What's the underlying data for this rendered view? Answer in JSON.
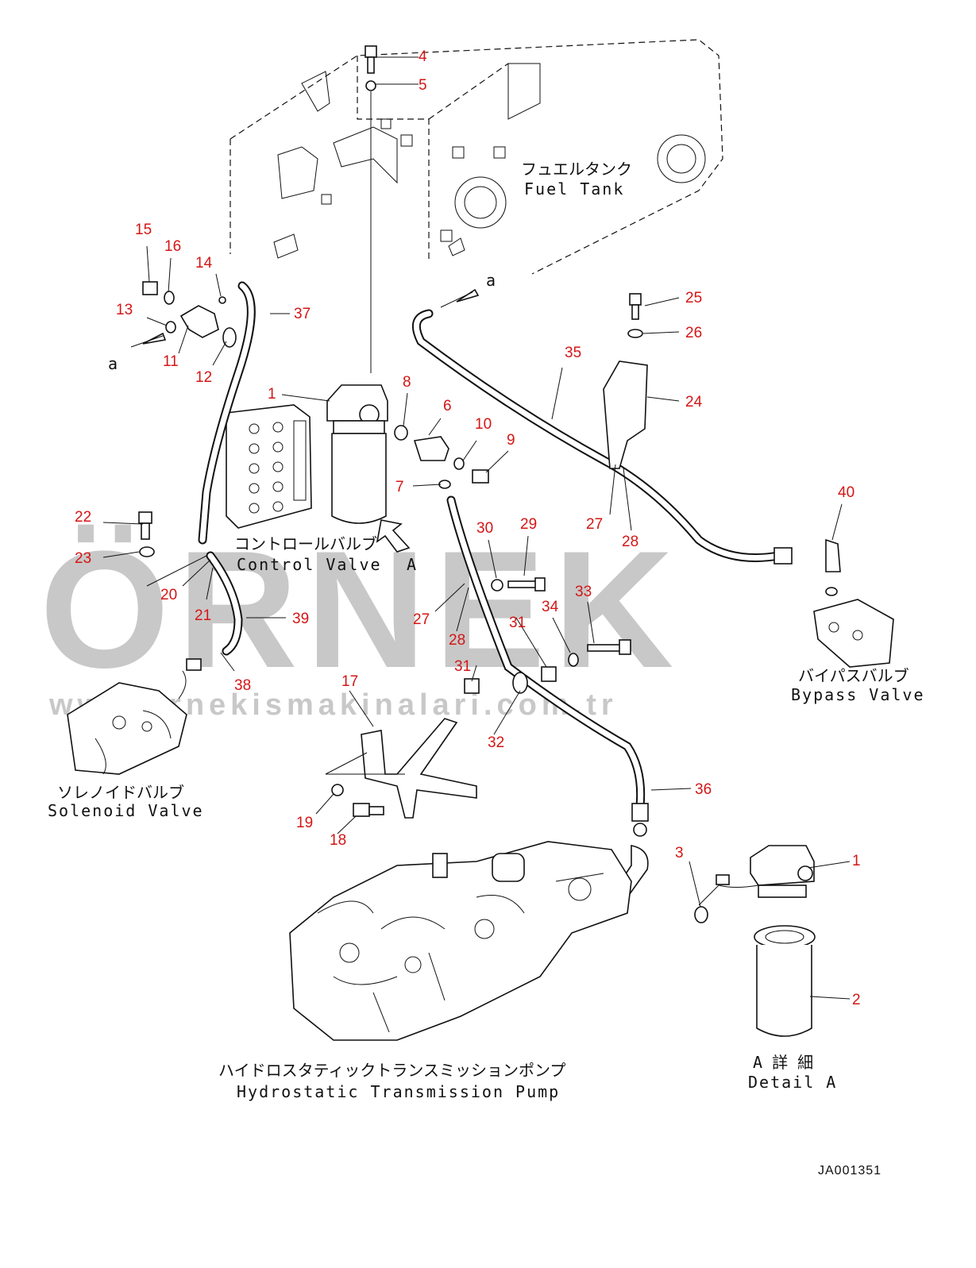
{
  "watermark": {
    "brand": "ÖRNEK",
    "url": "www.ornekismakinalari.com.tr"
  },
  "titles": {
    "fuel_tank_jp": "フュエルタンク",
    "fuel_tank_en": "Fuel Tank",
    "control_valve_jp": "コントロールバルブ",
    "control_valve_en": "Control Valve",
    "bypass_valve_jp": "バイパスバルブ",
    "bypass_valve_en": "Bypass Valve",
    "solenoid_valve_jp": "ソレノイドバルブ",
    "solenoid_valve_en": "Solenoid Valve",
    "pump_jp": "ハイドロスタティックトランスミッションポンプ",
    "pump_en": "Hydrostatic Transmission Pump",
    "detail_jp": "A 詳 細",
    "detail_en": "Detail A"
  },
  "view_markers": {
    "a_top": "a",
    "a_left": "a",
    "view_A": "A"
  },
  "drawing_code": "JA001351",
  "callouts": [
    "1",
    "2",
    "3",
    "4",
    "5",
    "6",
    "7",
    "8",
    "9",
    "10",
    "11",
    "12",
    "13",
    "14",
    "15",
    "16",
    "17",
    "18",
    "19",
    "20",
    "21",
    "22",
    "23",
    "24",
    "25",
    "26",
    "27",
    "28",
    "29",
    "30",
    "31",
    "32",
    "33",
    "34",
    "35",
    "36",
    "37",
    "38",
    "39",
    "40"
  ],
  "colors": {
    "callout": "#d41616",
    "line": "#111111",
    "watermark": "#bfbfbf"
  }
}
